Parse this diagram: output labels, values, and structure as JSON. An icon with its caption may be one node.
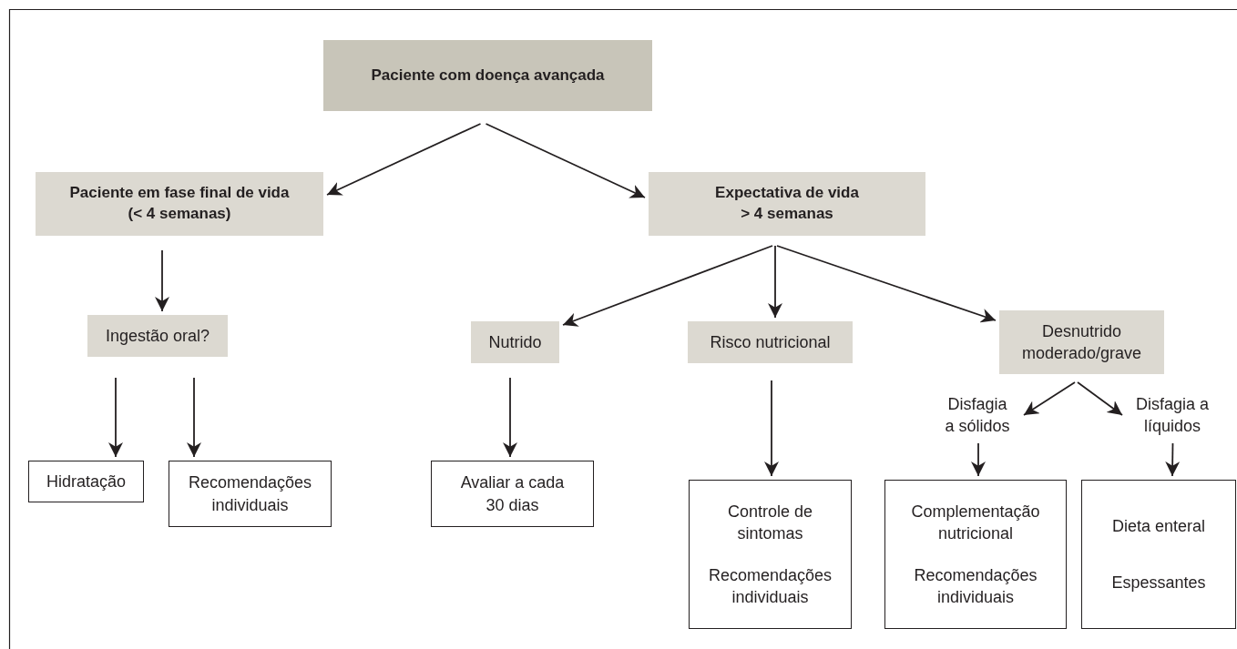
{
  "diagram": {
    "nodes": [
      {
        "text": [
          "Paciente com doença avançada"
        ]
      },
      {
        "text": [
          "Paciente em fase final de vida (< 4 semanas)"
        ]
      },
      {
        "text": [
          "Expectativa de vida > 4 semanas"
        ]
      },
      {
        "text": [
          "Ingestão oral?"
        ]
      },
      {
        "text": [
          "Nutrido"
        ]
      },
      {
        "text": [
          "Risco nutricional"
        ]
      },
      {
        "text": [
          "Desnutrido moderado/grave"
        ]
      },
      {
        "text": [
          "Hidratação"
        ]
      },
      {
        "text": [
          "Recomendações individuais"
        ]
      },
      {
        "text": [
          "Avaliar a cada 30 dias"
        ]
      },
      {
        "text": [
          "Controle de sintomas",
          "Recomendações individuais"
        ]
      },
      {
        "text": [
          "Disfagia a sólidos"
        ]
      },
      {
        "text": [
          "Disfagia a líquidos"
        ]
      },
      {
        "text": [
          "Complementação nutricional",
          "Recomendações individuais"
        ]
      },
      {
        "text": [
          "Dieta enteral",
          "Espessantes"
        ]
      }
    ],
    "edges": [
      {
        "from": 0,
        "to": 1,
        "arrow": "to"
      },
      {
        "from": 0,
        "to": 2,
        "arrow": "to"
      },
      {
        "from": 1,
        "to": 3,
        "arrow": "to"
      },
      {
        "from": 3,
        "to": 7,
        "arrow": "to"
      },
      {
        "from": 3,
        "to": 8,
        "arrow": "to"
      },
      {
        "from": 2,
        "to": 4,
        "arrow": "to"
      },
      {
        "from": 2,
        "to": 5,
        "arrow": "to"
      },
      {
        "from": 2,
        "to": 6,
        "arrow": "to"
      },
      {
        "from": 4,
        "to": 9,
        "arrow": "to"
      },
      {
        "from": 5,
        "to": 10,
        "arrow": "to"
      },
      {
        "from": 6,
        "to": 11,
        "arrow": "to"
      },
      {
        "from": 6,
        "to": 12,
        "arrow": "to"
      },
      {
        "from": 11,
        "to": 13,
        "arrow": "to"
      },
      {
        "from": 12,
        "to": 14,
        "arrow": "to"
      }
    ]
  }
}
